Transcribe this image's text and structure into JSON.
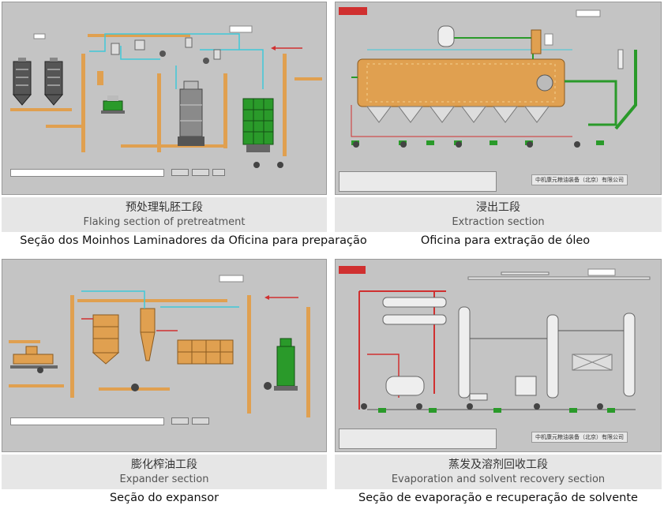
{
  "panels": [
    {
      "id": "pretreatment",
      "caption_zh": "预处理轧胚工段",
      "caption_en": "Flaking section of pretreatment",
      "caption_pt": "Seção dos Moinhos Laminadores da Oficina para preparação"
    },
    {
      "id": "extraction",
      "caption_zh": "浸出工段",
      "caption_en": "Extraction section",
      "caption_pt": "Oficina para extração de óleo",
      "company_text": "中机康元粮油装备（北京）有限公司"
    },
    {
      "id": "expander",
      "caption_zh": "膨化榨油工段",
      "caption_en": "Expander section",
      "caption_pt": "Seção do expansor"
    },
    {
      "id": "evaporation",
      "caption_zh": "蒸发及溶剂回收工段",
      "caption_en": "Evaporation and solvent recovery section",
      "caption_pt": "Seção de evaporação e recuperação de solvente",
      "company_text": "中机康元粮油装备（北京）有限公司"
    }
  ],
  "colors": {
    "screen_bg": "#c4c4c4",
    "pipe_orange": "#e0a050",
    "pipe_cyan": "#40c8d8",
    "pipe_red": "#d03030",
    "equipment_green": "#2a9a2a",
    "caption_bg": "#e6e6e6"
  }
}
